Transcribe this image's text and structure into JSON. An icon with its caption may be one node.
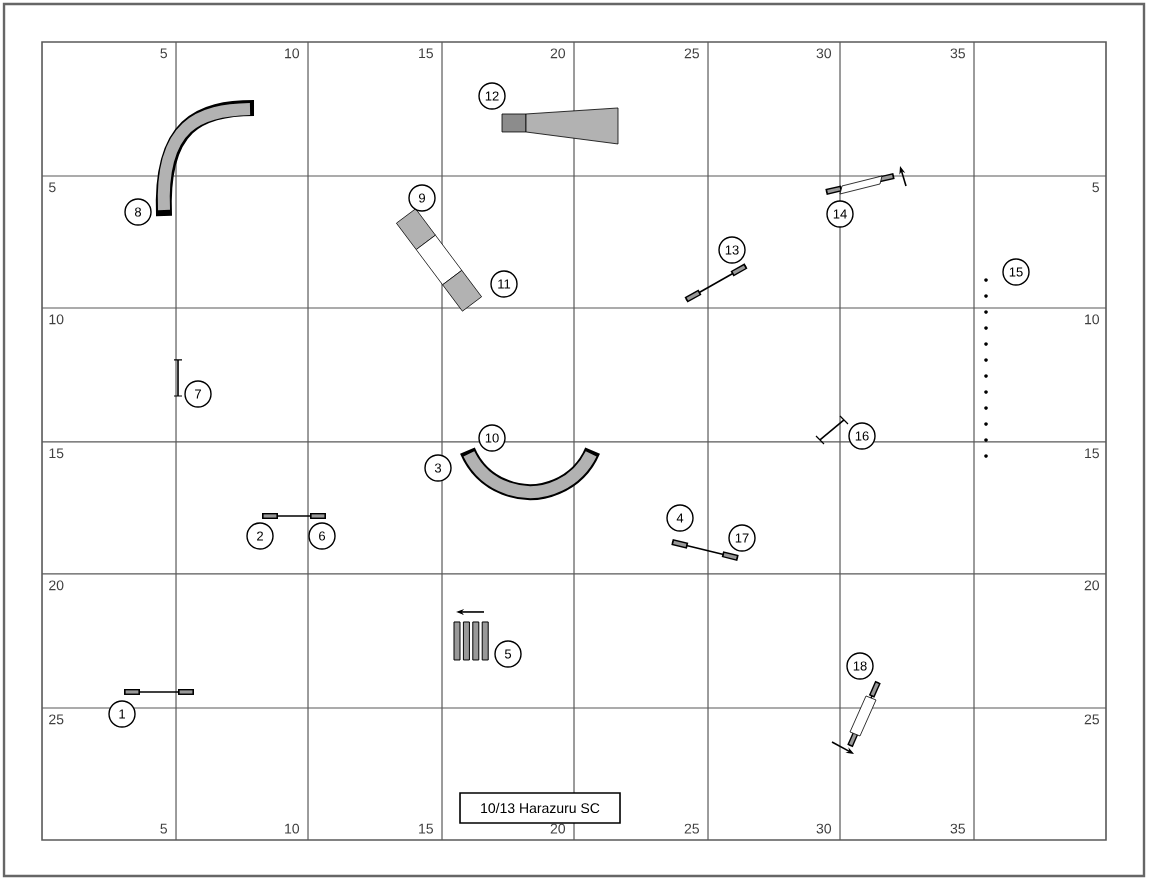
{
  "diagram": {
    "labels": [
      "5",
      "10",
      "15",
      "20",
      "25",
      "30",
      "35",
      "5",
      "10",
      "15",
      "20",
      "25",
      "5",
      "10",
      "15",
      "20",
      "25",
      "5",
      "10",
      "15",
      "20",
      "25",
      "30",
      "35",
      "1",
      "2",
      "3",
      "4",
      "5",
      "6",
      "7",
      "8",
      "9",
      "10",
      "11",
      "12",
      "13",
      "14",
      "15",
      "16",
      "17",
      "18",
      "10/13 Harazuru SC"
    ]
  }
}
